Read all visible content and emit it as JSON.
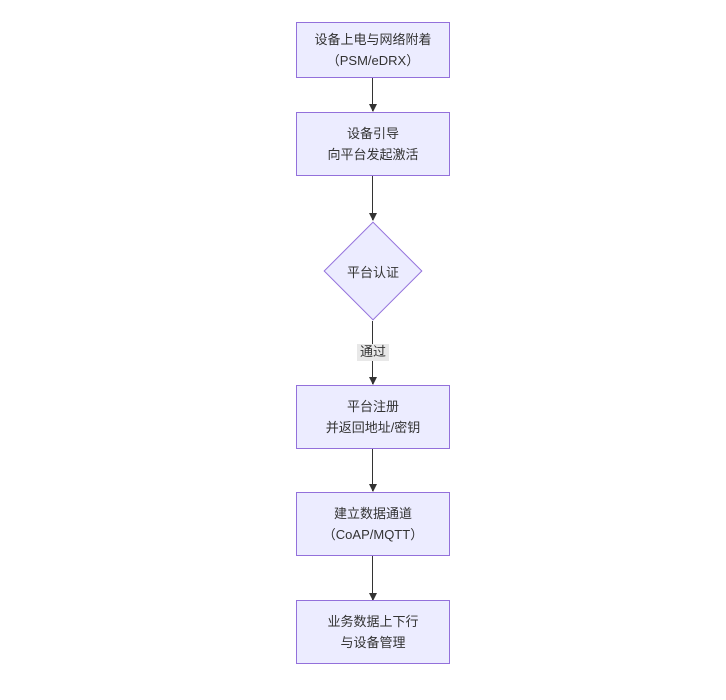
{
  "diagram": {
    "type": "flowchart-vertical",
    "colors": {
      "node_fill": "#ECECFF",
      "node_border": "#9370DB",
      "text_color": "#333333",
      "arrow_color": "#333333",
      "edge_label_bg": "#e8e8e8",
      "canvas_bg": "#ffffff"
    },
    "nodes": [
      {
        "id": "power-attach",
        "type": "rect",
        "label": "设备上电与网络附着\n（PSM/eDRX）"
      },
      {
        "id": "bootstrap",
        "type": "rect",
        "label": "设备引导\n向平台发起激活"
      },
      {
        "id": "platform-auth",
        "type": "diamond",
        "label": "平台认证"
      },
      {
        "id": "platform-register",
        "type": "rect",
        "label": "平台注册\n并返回地址/密钥"
      },
      {
        "id": "data-channel",
        "type": "rect",
        "label": "建立数据通道\n（CoAP/MQTT）"
      },
      {
        "id": "business-data",
        "type": "rect",
        "label": "业务数据上下行\n与设备管理"
      }
    ],
    "edges": [
      {
        "from": "power-attach",
        "to": "bootstrap",
        "label": ""
      },
      {
        "from": "bootstrap",
        "to": "platform-auth",
        "label": ""
      },
      {
        "from": "platform-auth",
        "to": "platform-register",
        "label": "通过"
      },
      {
        "from": "platform-register",
        "to": "data-channel",
        "label": ""
      },
      {
        "from": "data-channel",
        "to": "business-data",
        "label": ""
      }
    ]
  }
}
